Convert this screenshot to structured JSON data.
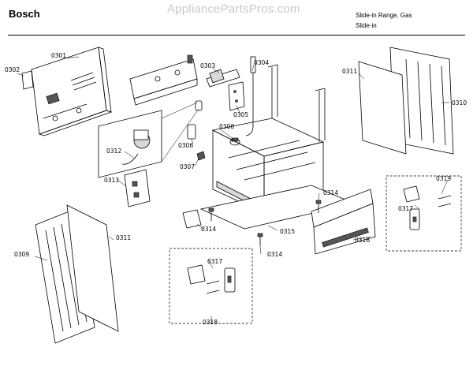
{
  "header": {
    "brand": "Bosch",
    "watermark": "AppliancePartsPros.com",
    "title_line1": "Slide-in Range, Gas",
    "title_line2": "Slide-in"
  },
  "callouts": {
    "c0301": "0301",
    "c0302": "0302",
    "c0303": "0303",
    "c0304": "0304",
    "c0305": "0305",
    "c0306": "0306",
    "c0307": "0307",
    "c0308": "0308",
    "c0309": "0309",
    "c0310": "0310",
    "c0311a": "0311",
    "c0311b": "0311",
    "c0312": "0312",
    "c0313": "0313",
    "c0314a": "0314",
    "c0314b": "0314",
    "c0314c": "0314",
    "c0315": "0315",
    "c0316": "0316",
    "c0317a": "0317",
    "c0317b": "0317",
    "c0318": "0318",
    "c0319": "0319"
  },
  "icons": {
    "screw": "screw-icon",
    "panel": "panel-icon"
  }
}
